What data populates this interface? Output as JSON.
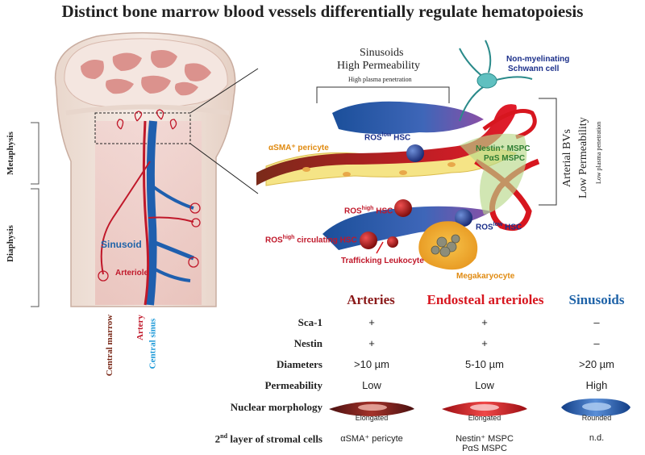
{
  "title": "Distinct bone marrow blood vessels differentially regulate hematopoiesis",
  "bone": {
    "metaphysis": "Metaphysis",
    "diaphysis": "Diaphysis",
    "sinusoid": "Sinusoid",
    "arteriole": "Arteriole",
    "central_marrow": "Central marrow",
    "artery": "Artery",
    "central_sinus": "Central sinus"
  },
  "detail": {
    "sinusoids_title": "Sinusoids",
    "sinusoids_perm": "High Permeability",
    "sinusoids_sub": "High plasma penetration",
    "schwann": "Non-myelinating",
    "schwann2": "Schwann cell",
    "pericyte_sup": "αSMA",
    "pericyte": "⁺ pericyte",
    "ros_low_hsc_1_a": "ROS",
    "ros_low_hsc_1_sup": "low",
    "ros_low_hsc_1_b": " HSC",
    "nestin_mspc": "Nestin⁺ MSPC",
    "pas_mspc": "PαS MSPC",
    "arterial_bvs": "Arterial BVs",
    "arterial_perm": "Low Permeability",
    "arterial_sub": "Low plasma penetration",
    "ros_high_hsc_a": "ROS",
    "ros_high_hsc_sup": "high",
    "ros_high_hsc_b": " HSC",
    "ros_low_hsc_2_a": "ROS",
    "ros_low_hsc_2_sup": "low",
    "ros_low_hsc_2_b": " HSC",
    "ros_high_circ_a": "ROS",
    "ros_high_circ_sup": "high",
    "ros_high_circ_b": " circulating HSC",
    "trafficking": "Trafficking Leukocyte",
    "megakaryocyte": "Megakaryocyte"
  },
  "table": {
    "columns": [
      "Arteries",
      "Endosteal arterioles",
      "Sinusoids"
    ],
    "column_colors": [
      "#8b1a1a",
      "#d7161f",
      "#1f63a8"
    ],
    "rows": [
      {
        "label": "Sca-1",
        "values": [
          "+",
          "+",
          "–"
        ]
      },
      {
        "label": "Nestin",
        "values": [
          "+",
          "+",
          "–"
        ]
      },
      {
        "label": "Diameters",
        "values": [
          ">10 µm",
          "5-10 µm",
          ">20 µm"
        ]
      },
      {
        "label": "Permeability",
        "values": [
          "Low",
          "Low",
          "High"
        ]
      }
    ],
    "morphology_label": "Nuclear morphology",
    "morphology": [
      "Elongated",
      "Elongated",
      "Rounded"
    ],
    "stromal_label_a": "2",
    "stromal_label_sup": "nd",
    "stromal_label_b": " layer of stromal cells",
    "stromal": [
      "αSMA⁺ pericyte",
      "Nestin⁺ MSPC",
      "n.d."
    ],
    "stromal_extra": "PαS MSPC"
  }
}
